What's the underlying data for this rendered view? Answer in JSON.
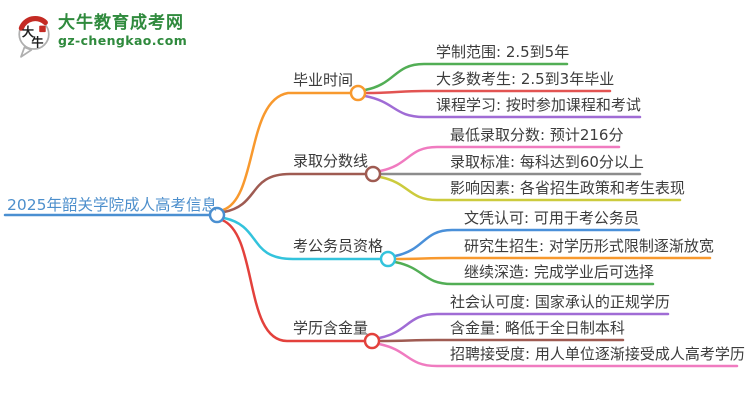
{
  "logo": {
    "icon_text_top": "大",
    "icon_text_bottom": "牛",
    "title": "大牛教育成考网",
    "subtitle": "gz-chengkao.com"
  },
  "colors": {
    "central_blue": "#4A8FD1",
    "orange": "#F8992E",
    "maroon": "#9F5B52",
    "cyan": "#33C3DC",
    "red": "#E3413C",
    "green": "#52AE55",
    "soft_red": "#E25452",
    "purple": "#A06CD5",
    "pink": "#F07BC0",
    "gray": "#8C8C8C",
    "olive": "#CCCB3D",
    "blue": "#4A90D9",
    "logo_green": "#2F8A3D",
    "logo_red": "#C42B24",
    "bubble_gray": "#AFAFAF"
  },
  "mindmap": {
    "central": {
      "label": "2025年韶关学院成人高考信息"
    },
    "branches": [
      {
        "label": "毕业时间",
        "children": [
          {
            "label": "学制范围: 2.5到5年"
          },
          {
            "label": "大多数考生: 2.5到3年毕业"
          },
          {
            "label": "课程学习: 按时参加课程和考试"
          }
        ]
      },
      {
        "label": "录取分数线",
        "children": [
          {
            "label": "最低录取分数: 预计216分"
          },
          {
            "label": "录取标准: 每科达到60分以上"
          },
          {
            "label": "影响因素: 各省招生政策和考生表现"
          }
        ]
      },
      {
        "label": "考公务员资格",
        "children": [
          {
            "label": "文凭认可: 可用于考公务员"
          },
          {
            "label": "研究生招生: 对学历形式限制逐渐放宽"
          },
          {
            "label": "继续深造: 完成学业后可选择"
          }
        ]
      },
      {
        "label": "学历含金量",
        "children": [
          {
            "label": "社会认可度: 国家承认的正规学历"
          },
          {
            "label": "含金量: 略低于全日制本科"
          },
          {
            "label": "招聘接受度: 用人单位逐渐接受成人高考学历"
          }
        ]
      }
    ]
  }
}
